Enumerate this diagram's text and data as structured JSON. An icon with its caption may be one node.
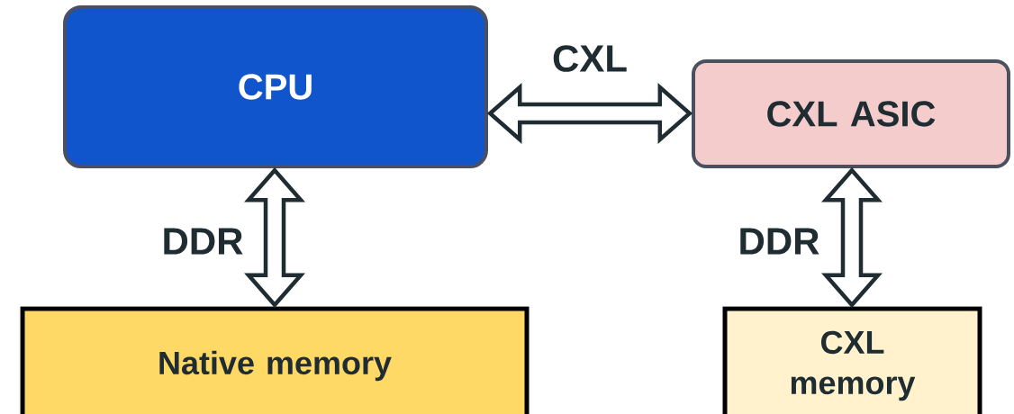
{
  "diagram": {
    "nodes": [
      {
        "text": [
          "CPU"
        ]
      },
      {
        "text": [
          "CXL ASIC"
        ]
      },
      {
        "text": [
          "Native memory"
        ]
      },
      {
        "text": [
          "CXL memory"
        ]
      }
    ],
    "edges": [
      {
        "from": 0,
        "to": 1,
        "arrow": "both",
        "label": "CXL"
      },
      {
        "from": 0,
        "to": 2,
        "arrow": "both",
        "label": "DDR"
      },
      {
        "from": 1,
        "to": 3,
        "arrow": "both",
        "label": "DDR"
      }
    ]
  }
}
